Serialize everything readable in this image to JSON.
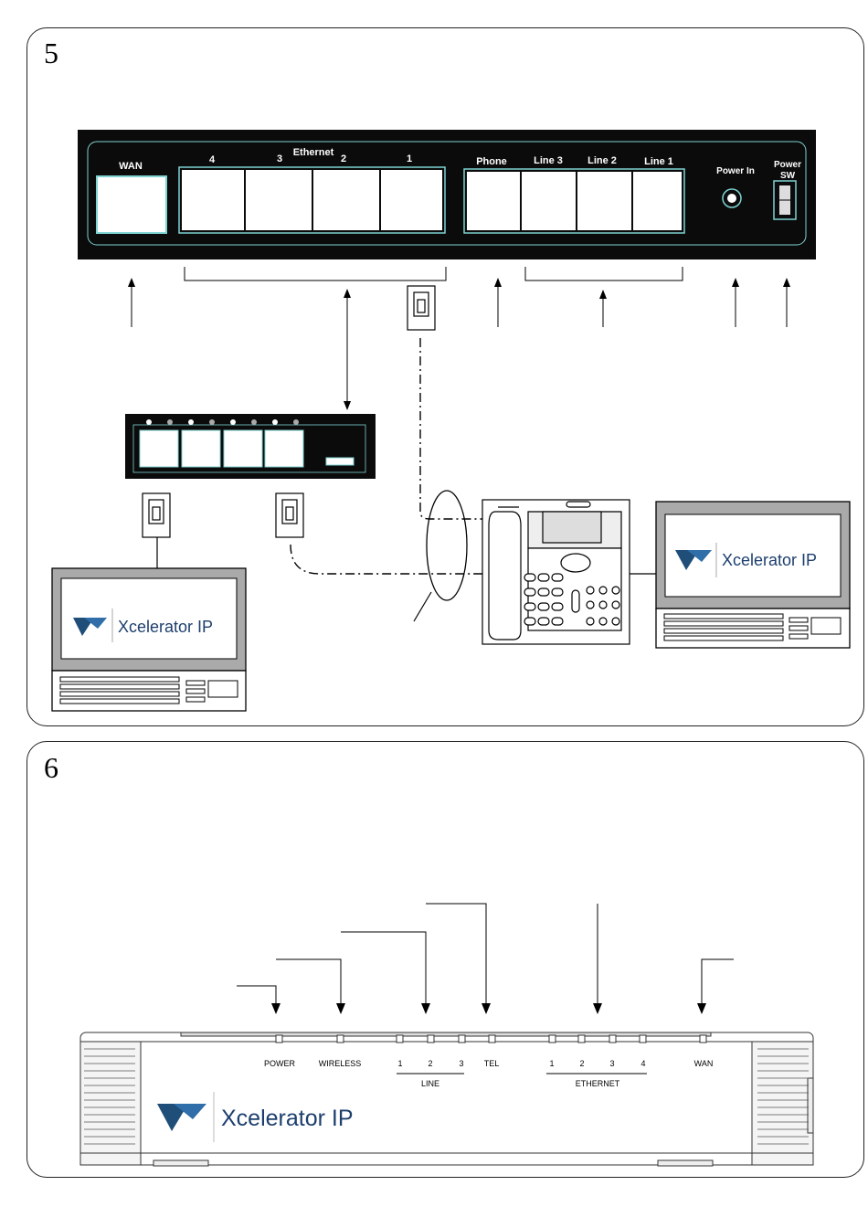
{
  "step5": {
    "number": "5",
    "ports": {
      "wan": "WAN",
      "ethernet_title": "Ethernet",
      "eth4": "4",
      "eth3": "3",
      "eth2": "2",
      "eth1": "1",
      "phone": "Phone",
      "line3": "Line 3",
      "line2": "Line 2",
      "line1": "Line 1",
      "power_in": "Power In",
      "power_sw_1": "Power",
      "power_sw_2": "SW"
    },
    "laptop_brand": "Xcelerator IP"
  },
  "step6": {
    "number": "6",
    "labels": {
      "power": "POWER",
      "wireless": "WIRELESS",
      "line1": "1",
      "line2": "2",
      "line3": "3",
      "line_group": "LINE",
      "tel": "TEL",
      "eth1": "1",
      "eth2": "2",
      "eth3": "3",
      "eth4": "4",
      "ethernet_group": "ETHERNET",
      "wan": "WAN"
    },
    "brand": "Xcelerator IP"
  },
  "colors": {
    "panel_bg": "#0b0b0b",
    "port_outline": "#7fd3d3",
    "brand_blue": "#1f4e79",
    "brand_accent": "#1d3f6e"
  }
}
